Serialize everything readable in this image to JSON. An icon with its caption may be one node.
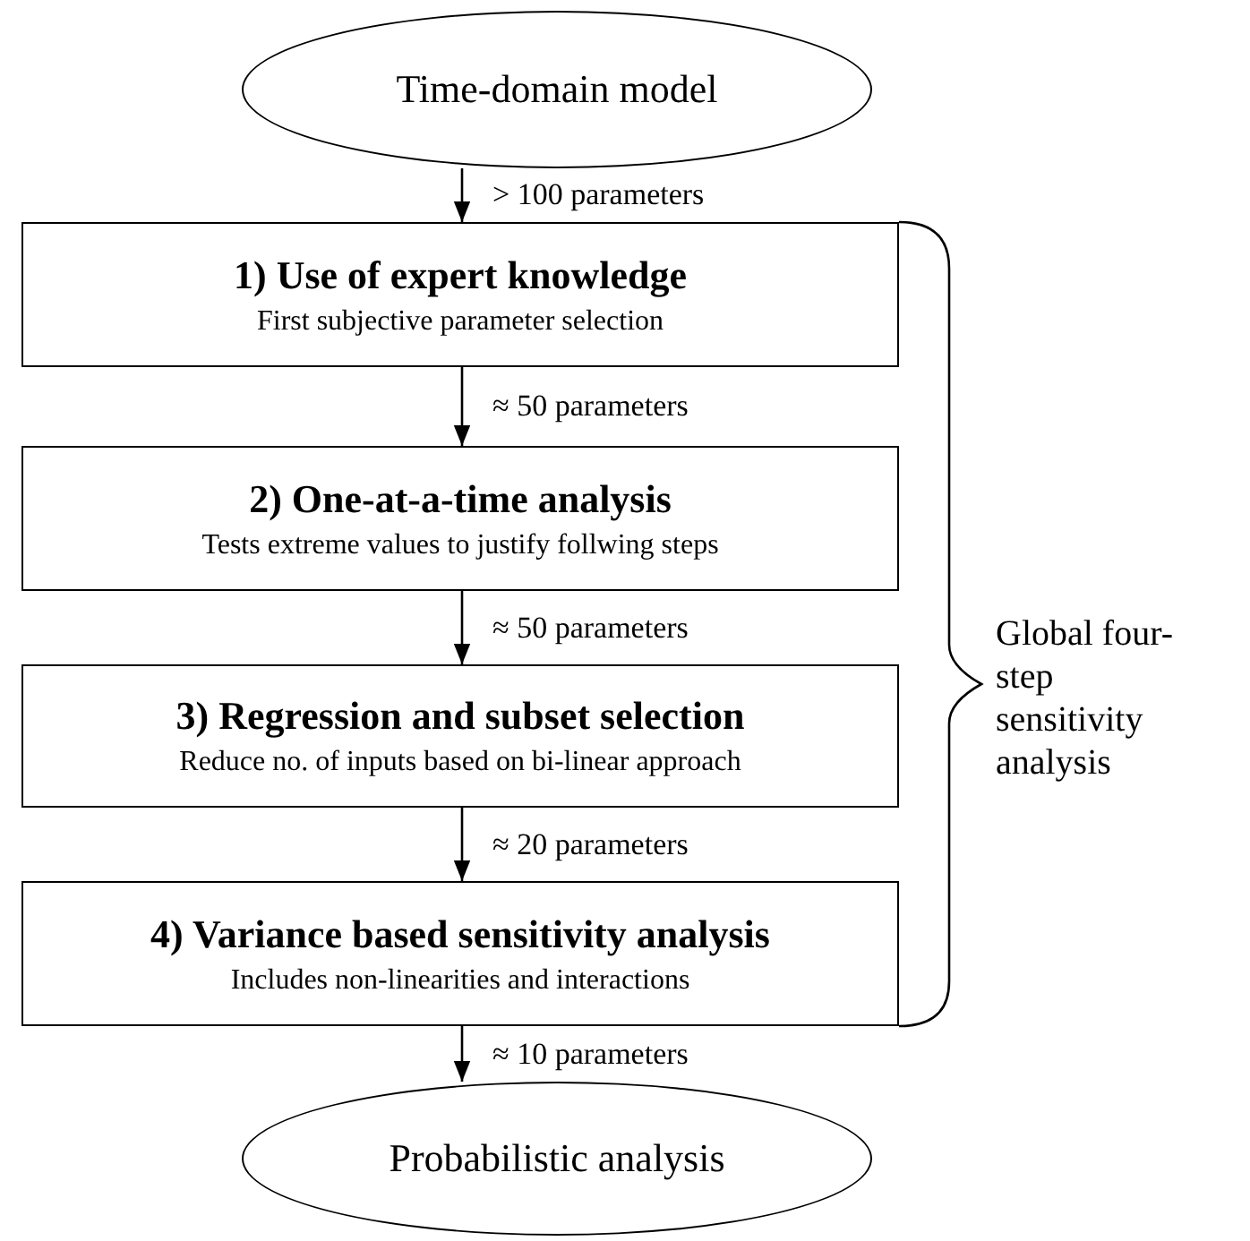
{
  "diagram": {
    "nodes": [
      {
        "text": [
          "Time-domain model"
        ]
      },
      {
        "text": [
          "1) Use of expert knowledge",
          "First subjective parameter selection"
        ]
      },
      {
        "text": [
          "2) One-at-a-time analysis",
          "Tests extreme values to justify follwing steps"
        ]
      },
      {
        "text": [
          "3) Regression and subset selection",
          "Reduce no. of inputs based on bi-linear approach"
        ]
      },
      {
        "text": [
          "4) Variance based sensitivity analysis",
          "Includes non-linearities and interactions"
        ]
      },
      {
        "text": [
          "Probabilistic analysis"
        ]
      }
    ],
    "edges": [
      {
        "from": 0,
        "to": 1,
        "arrow": "to",
        "label": "> 100 parameters"
      },
      {
        "from": 1,
        "to": 2,
        "arrow": "to",
        "label": "≈ 50 parameters"
      },
      {
        "from": 2,
        "to": 3,
        "arrow": "to",
        "label": "≈ 50 parameters"
      },
      {
        "from": 3,
        "to": 4,
        "arrow": "to",
        "label": "≈ 20 parameters"
      },
      {
        "from": 4,
        "to": 5,
        "arrow": "to",
        "label": "≈ 10 parameters"
      }
    ],
    "labels": [
      "Global four-step sensitivity analysis"
    ]
  }
}
